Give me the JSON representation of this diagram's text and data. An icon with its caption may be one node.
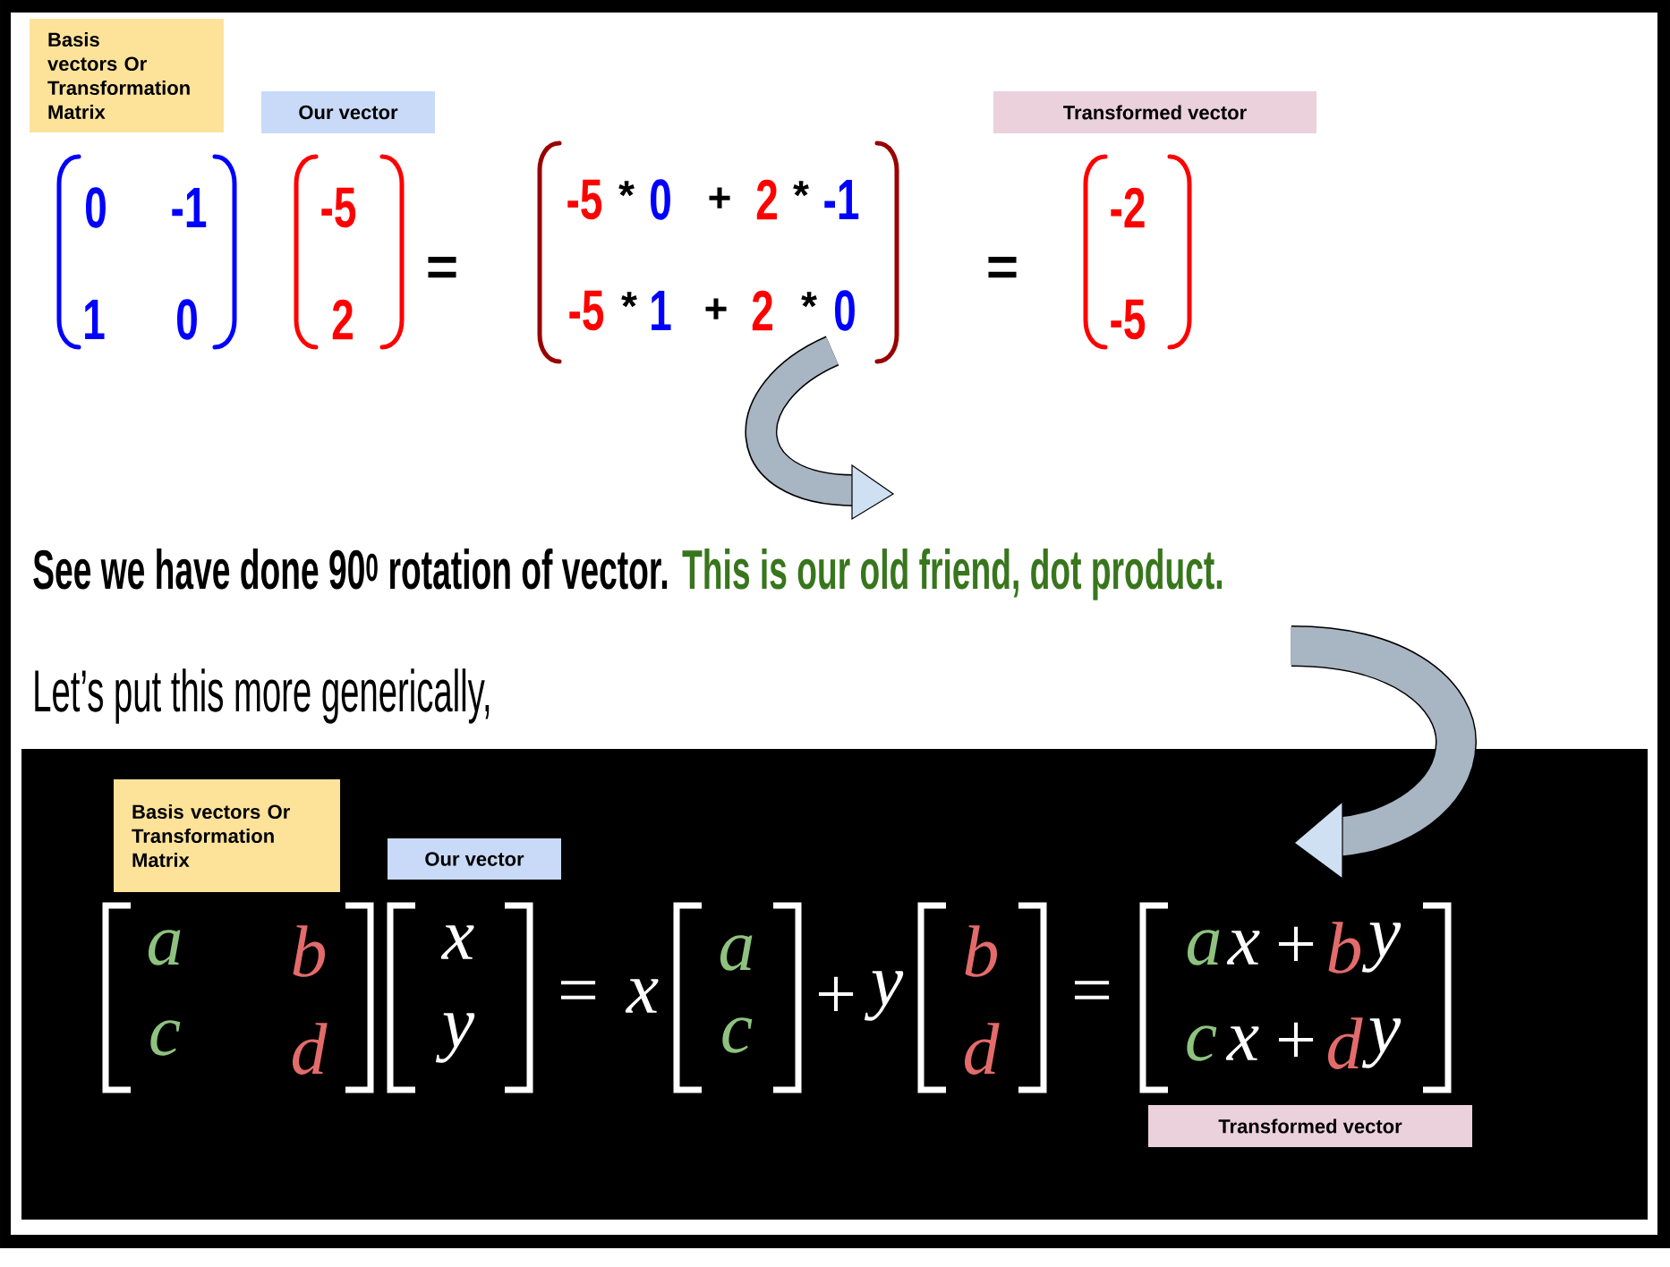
{
  "diagram": {
    "nodes": [
      {
        "text": [
          "Basis vectors Or Transformation Matrix"
        ]
      },
      {
        "text": [
          "Our vector"
        ]
      },
      {
        "text": [
          "Transformed vector"
        ]
      },
      {
        "text": [
          "Basis vectors Or Transformation Matrix"
        ]
      },
      {
        "text": [
          "Our vector"
        ]
      },
      {
        "text": [
          "Transformed vector"
        ]
      }
    ],
    "labels": [
      "0",
      "-1",
      "-5",
      "-5",
      "*",
      "0",
      "+",
      "2",
      "*",
      "-1",
      "-2",
      "=",
      "=",
      "1",
      "0",
      "2",
      "-5",
      "*",
      "1",
      "+",
      "2",
      "*",
      "0",
      "-5",
      "See we have done 90$^{0}$ rotation of vector.",
      "This is our old friend, dot product.",
      "Let’s put this more generically,",
      "a",
      "b",
      "x",
      "=",
      "x",
      "a",
      "+",
      "y",
      "b",
      "=",
      "a",
      "x",
      "+",
      "b",
      "y",
      "c",
      "d",
      "y",
      "c",
      "d",
      "c",
      "x",
      "+",
      "d",
      "y"
    ]
  }
}
